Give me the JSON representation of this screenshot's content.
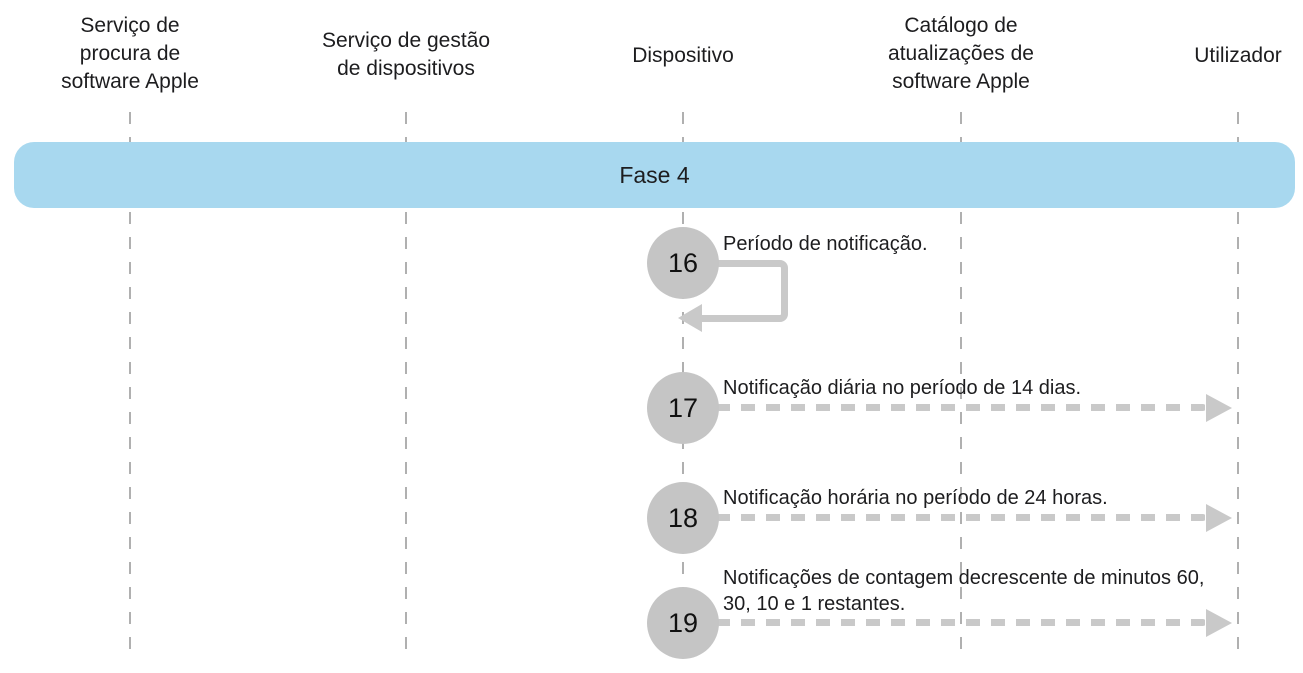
{
  "diagram": {
    "title": "Software update notification sequence diagram",
    "columns": [
      {
        "id": "apple-software-lookup-service",
        "label": "Serviço de procura de software Apple",
        "label_lines": [
          "Serviço de",
          "procura de",
          "software Apple"
        ]
      },
      {
        "id": "device-management-service",
        "label": "Serviço de gestão de dispositivos",
        "label_lines": [
          "Serviço de gestão",
          "de dispositivos"
        ]
      },
      {
        "id": "device",
        "label": "Dispositivo",
        "label_lines": [
          "Dispositivo"
        ]
      },
      {
        "id": "apple-software-update-catalog",
        "label": "Catálogo de atualizações de software Apple",
        "label_lines": [
          "Catálogo de",
          "atualizações de",
          "software Apple"
        ]
      },
      {
        "id": "user",
        "label": "Utilizador",
        "label_lines": [
          "Utilizador"
        ]
      }
    ],
    "phase_banner": {
      "label": "Fase 4"
    },
    "steps": [
      {
        "number": "16",
        "label": "Período de notificação.",
        "label_lines": [
          "Período de notificação."
        ],
        "type": "self-loop",
        "from": "device",
        "to": "device"
      },
      {
        "number": "17",
        "label": "Notificação diária no período de 14 dias.",
        "label_lines": [
          "Notificação diária no período de 14 dias."
        ],
        "type": "dashed-arrow",
        "from": "device",
        "to": "user"
      },
      {
        "number": "18",
        "label": "Notificação horária no período de 24 horas.",
        "label_lines": [
          "Notificação horária no período de 24 horas."
        ],
        "type": "dashed-arrow",
        "from": "device",
        "to": "user"
      },
      {
        "number": "19",
        "label": "Notificações de contagem decrescente de minutos 60, 30, 10 e 1 restantes.",
        "label_lines": [
          "Notificações de contagem decrescente de minutos 60,",
          "30, 10 e 1 restantes."
        ],
        "type": "dashed-arrow",
        "from": "device",
        "to": "user"
      }
    ],
    "colors": {
      "banner": "#a8d8ef",
      "circle": "#c5c5c5",
      "arrow": "#c9c9c9",
      "lifeline": "#b0b0b0",
      "text": "#1d1d1f"
    }
  }
}
